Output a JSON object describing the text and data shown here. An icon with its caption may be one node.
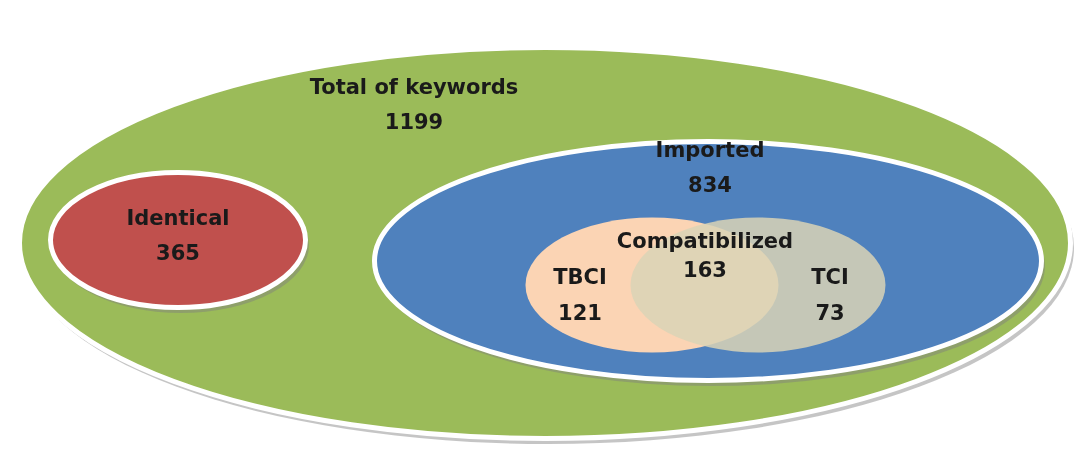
{
  "diagram": {
    "nodes": [
      {
        "text": [
          "Total of keywords",
          "1199"
        ]
      },
      {
        "text": [
          "Identical",
          "365"
        ],
        "in": 0
      },
      {
        "text": [
          "Imported",
          "834"
        ],
        "in": 0
      },
      {
        "text": [
          "TBCI",
          "121"
        ],
        "in": 2
      },
      {
        "text": [
          "TCI",
          "73"
        ],
        "in": 2
      }
    ],
    "labels": [
      "Compatibilized 163"
    ]
  }
}
